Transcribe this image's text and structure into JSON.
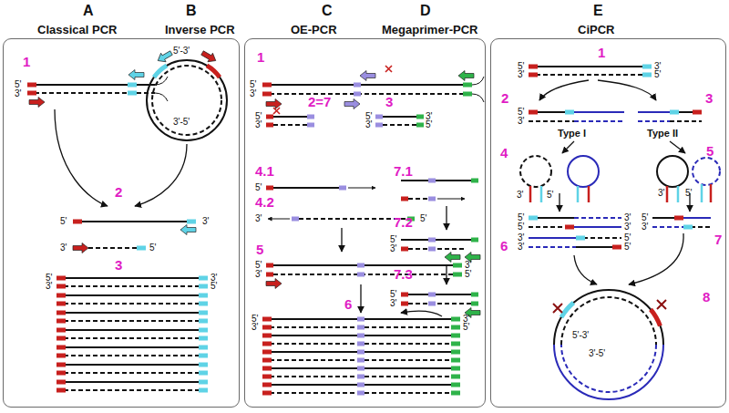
{
  "diagram": {
    "nodes": [
      {
        "text": [
          "A",
          "Classical PCR",
          "B",
          "Inverse PCR"
        ]
      },
      {
        "text": [
          "C",
          "OE-PCR",
          "D",
          "Megaprimer-PCR"
        ]
      },
      {
        "text": [
          "E",
          "CiPCR"
        ]
      }
    ],
    "labels": [
      "1",
      "5'",
      "3'",
      "5'-3'",
      "3'-5'",
      "2",
      "5'",
      "3'",
      "3'",
      "5'",
      "3",
      "5'",
      "3'",
      "3'",
      "5'",
      "1",
      "5'",
      "3'",
      "2=7",
      "5'",
      "3'",
      "3",
      "5'",
      "3'",
      "3'",
      "5'",
      "4.1",
      "5'",
      "4.2",
      "3'",
      "5'",
      "7.1",
      "7.2",
      "7.3",
      "5",
      "5'",
      "3'",
      "3'",
      "5'",
      "6",
      "5'",
      "3'",
      "3'",
      "5'",
      "5'",
      "3'",
      "5'",
      "3'",
      "1",
      "5'",
      "3'",
      "3'",
      "5'",
      "2",
      "5'",
      "3'",
      "3",
      "Type I",
      "Type II",
      "4",
      "5",
      "3'",
      "5'",
      "5'",
      "3'",
      "6",
      "5'",
      "5'",
      "3'",
      "3'",
      "3'",
      "3'",
      "5'",
      "5'",
      "7",
      "5'",
      "3'",
      "8",
      "5'-3'",
      "3'-5'"
    ]
  }
}
